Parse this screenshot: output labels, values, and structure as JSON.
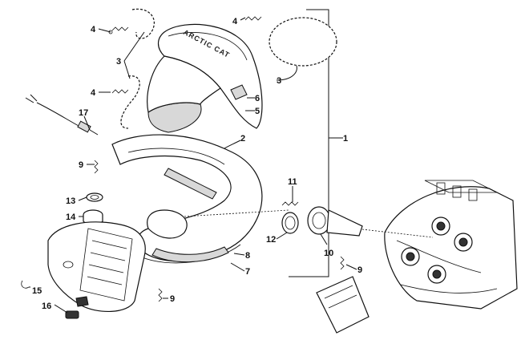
{
  "callouts": [
    {
      "id": "c1",
      "text": "1"
    },
    {
      "id": "c2",
      "text": "2"
    },
    {
      "id": "c3a",
      "text": "3"
    },
    {
      "id": "c3b",
      "text": "3"
    },
    {
      "id": "c4a",
      "text": "4"
    },
    {
      "id": "c4b",
      "text": "4"
    },
    {
      "id": "c4c",
      "text": "4"
    },
    {
      "id": "c5",
      "text": "5"
    },
    {
      "id": "c6",
      "text": "6"
    },
    {
      "id": "c7",
      "text": "7"
    },
    {
      "id": "c8",
      "text": "8"
    },
    {
      "id": "c9a",
      "text": "9"
    },
    {
      "id": "c9b",
      "text": "9"
    },
    {
      "id": "c9c",
      "text": "9"
    },
    {
      "id": "c10",
      "text": "10"
    },
    {
      "id": "c11",
      "text": "11"
    },
    {
      "id": "c12",
      "text": "12"
    },
    {
      "id": "c13",
      "text": "13"
    },
    {
      "id": "c14",
      "text": "14"
    },
    {
      "id": "c15",
      "text": "15"
    },
    {
      "id": "c16",
      "text": "16"
    },
    {
      "id": "c17",
      "text": "17"
    }
  ],
  "heat_shield_brand": "ARCTIC CAT",
  "colors": {
    "line": "#111111",
    "background": "#ffffff",
    "shade": "#d8d8d8"
  }
}
